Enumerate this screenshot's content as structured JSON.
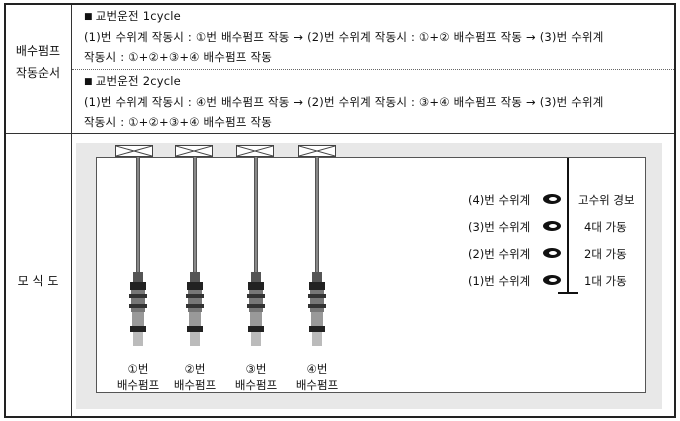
{
  "sections": {
    "order_label": [
      "배수펌프",
      "작동순서"
    ],
    "diagram_label": "모 식 도"
  },
  "cycle1": {
    "title": "교번운전 1cycle",
    "line1": "(1)번 수위계 작동시 : ①번 배수펌프 작동 → (2)번 수위계 작동시 : ①+② 배수펌프 작동 → (3)번 수위계",
    "line2": "작동시 : ①+②+③+④ 배수펌프 작동"
  },
  "cycle2": {
    "title": "교번운전 2cycle",
    "line1": "(1)번 수위계 작동시 : ④번 배수펌프 작동 → (2)번 수위계 작동시 : ③+④ 배수펌프 작동 → (3)번 수위계",
    "line2": "작동시 : ①+②+③+④ 배수펌프 작동"
  },
  "pumps": [
    {
      "num": "①번",
      "name": "배수펌프"
    },
    {
      "num": "②번",
      "name": "배수펌프"
    },
    {
      "num": "③번",
      "name": "배수펌프"
    },
    {
      "num": "④번",
      "name": "배수펌프"
    }
  ],
  "gauges": [
    {
      "label": "(4)번 수위계",
      "action": "고수위 경보"
    },
    {
      "label": "(3)번 수위계",
      "action": "4대 가동"
    },
    {
      "label": "(2)번 수위계",
      "action": "2대 가동"
    },
    {
      "label": "(1)번 수위계",
      "action": "1대 가동"
    }
  ]
}
